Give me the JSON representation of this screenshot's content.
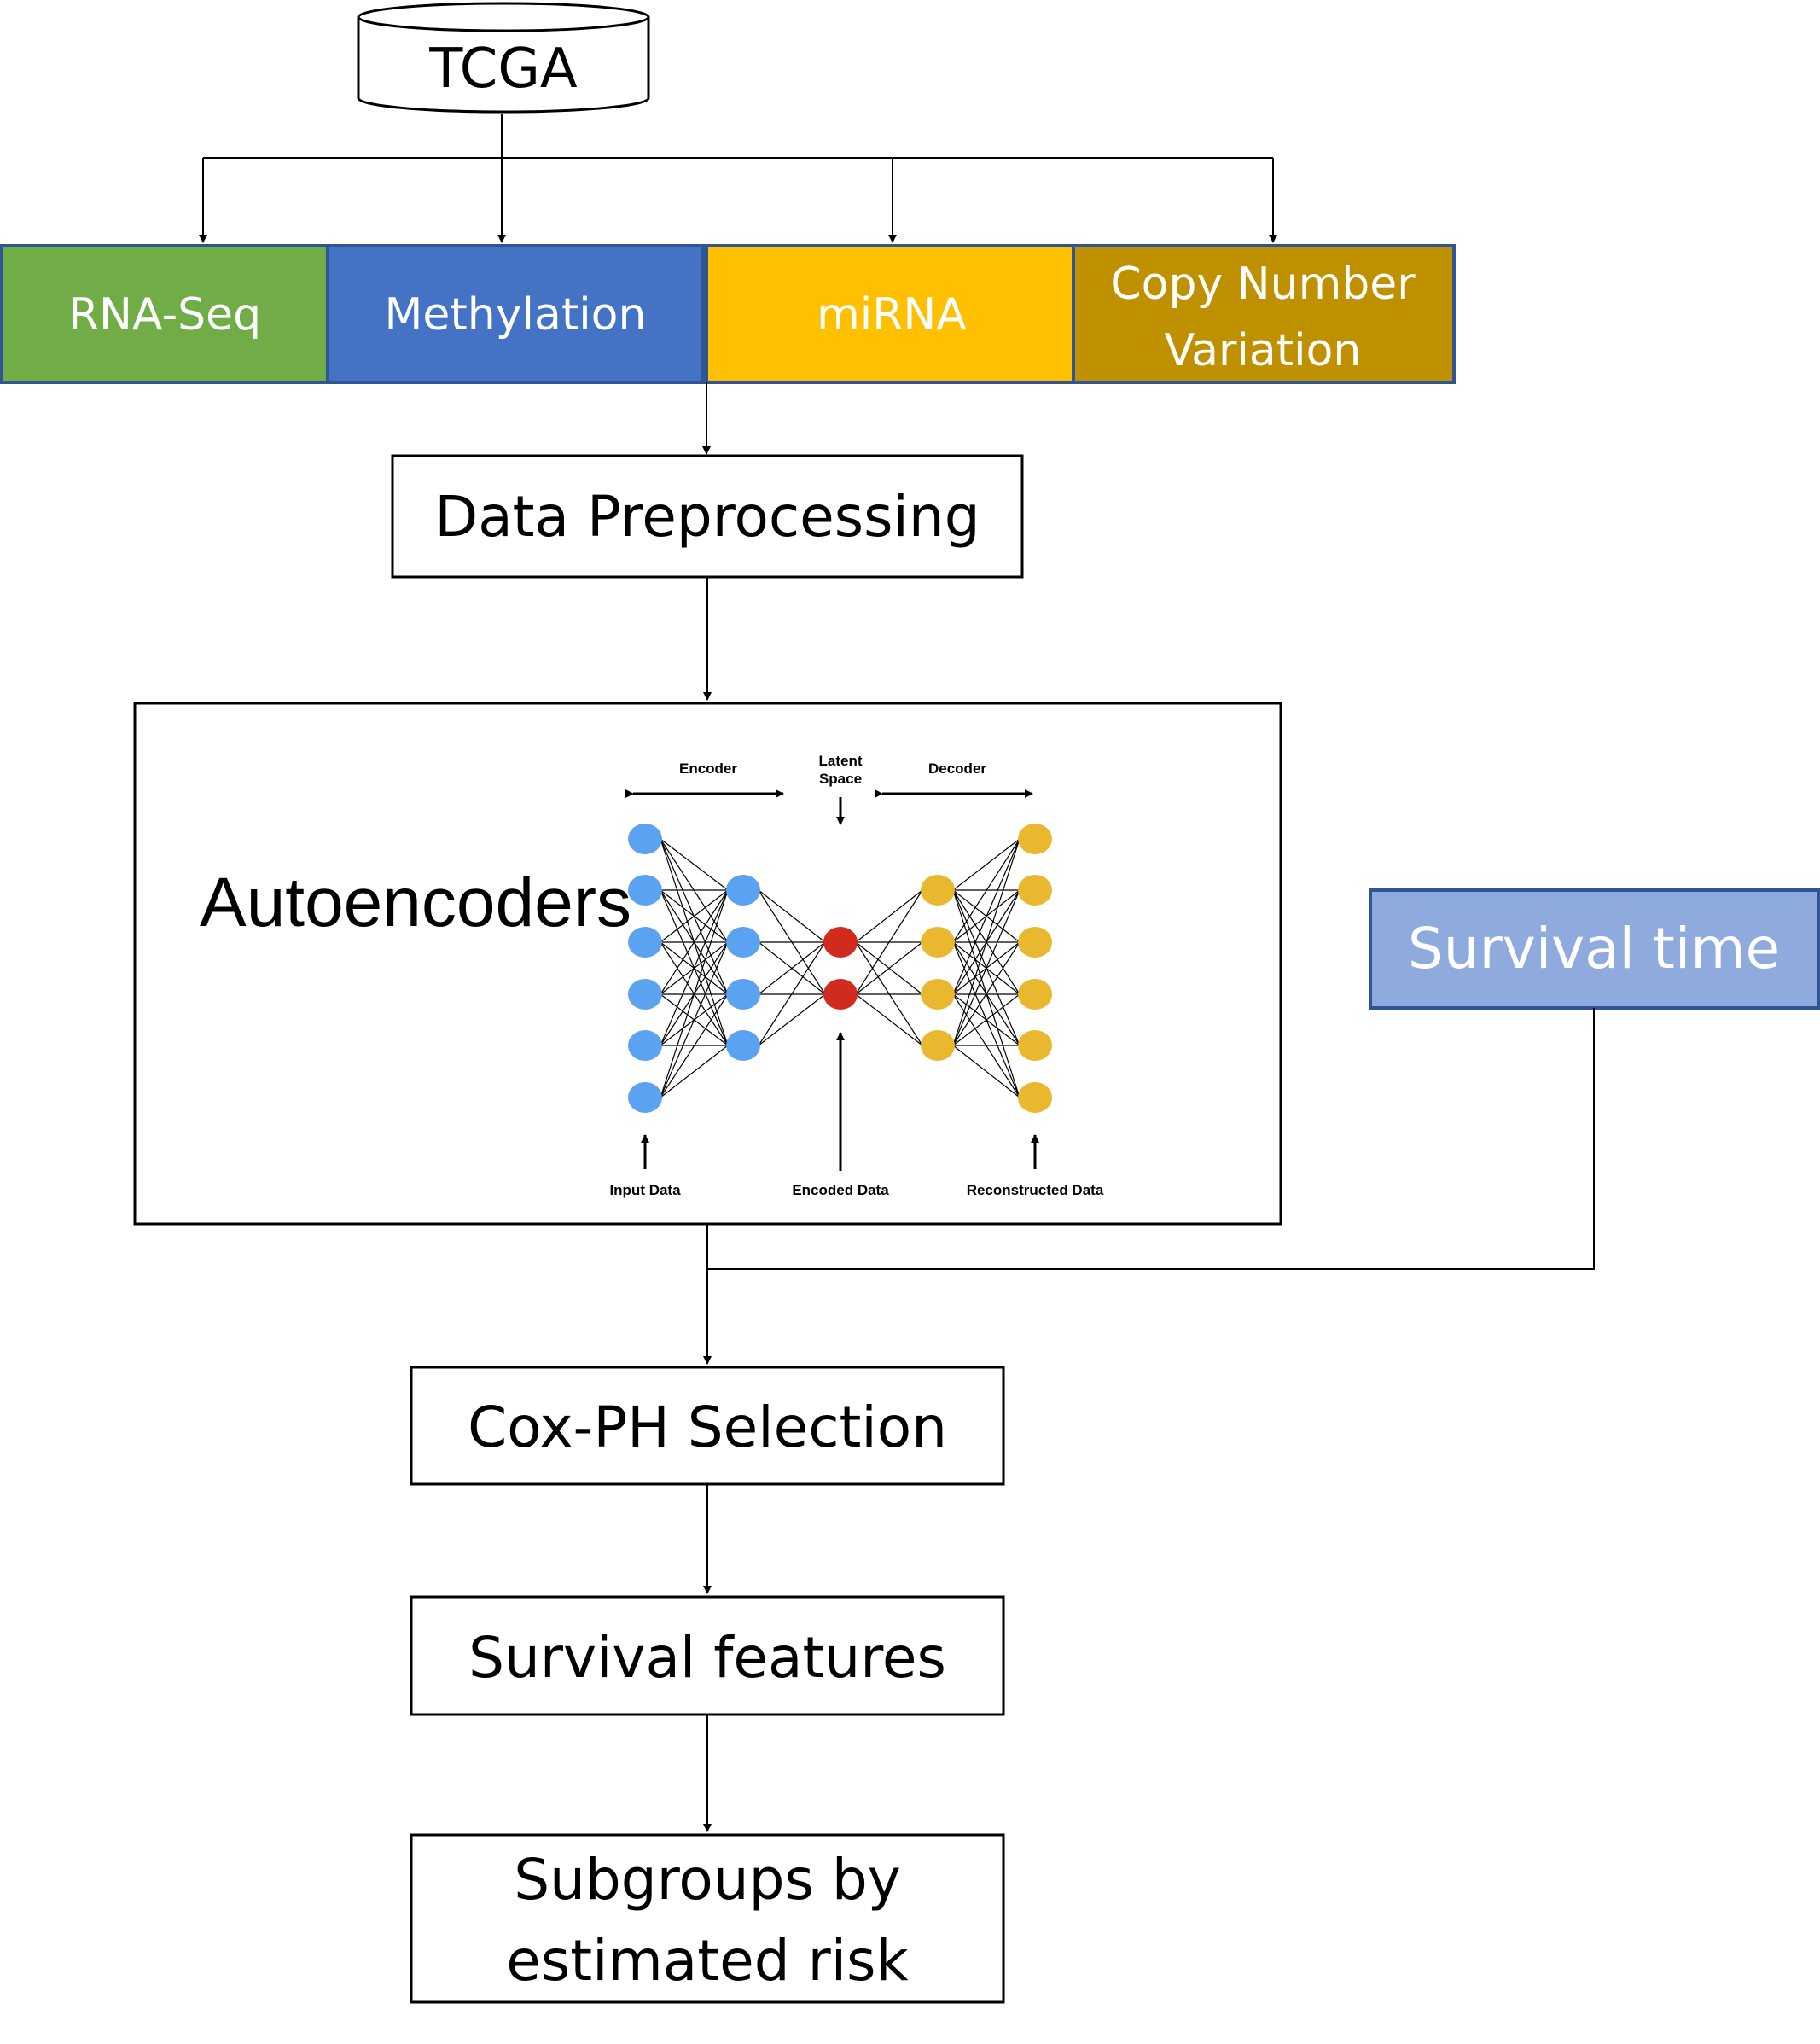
{
  "source": {
    "label": "TCGA"
  },
  "omics": [
    {
      "label": "RNA-Seq",
      "fill": "#70AD47"
    },
    {
      "label": "Methylation",
      "fill": "#4472C4"
    },
    {
      "label": "miRNA",
      "fill": "#FFC000"
    },
    {
      "label_line1": "Copy Number",
      "label_line2": "Variation",
      "fill": "#BF9000"
    }
  ],
  "steps": {
    "preprocessing": "Data Preprocessing",
    "autoencoders": "Autoencoders",
    "survival_time": "Survival time",
    "coxph": "Cox-PH Selection",
    "survival_features": "Survival features",
    "subgroups_line1": "Subgroups by",
    "subgroups_line2": "estimated risk"
  },
  "autoencoder_figure": {
    "encoder": "Encoder",
    "latent_line1": "Latent",
    "latent_line2": "Space",
    "decoder": "Decoder",
    "input_data": "Input Data",
    "encoded_data": "Encoded Data",
    "reconstructed_data": "Reconstructed Data",
    "colors": {
      "input": "#5BA3F0",
      "latent": "#D12B1E",
      "output": "#E9B82E"
    }
  },
  "colors": {
    "omics_border": "#2F5597",
    "survival_fill": "#8FAADC",
    "survival_border": "#2F5597",
    "line": "#000000",
    "white_text": "#FFFFFF"
  }
}
